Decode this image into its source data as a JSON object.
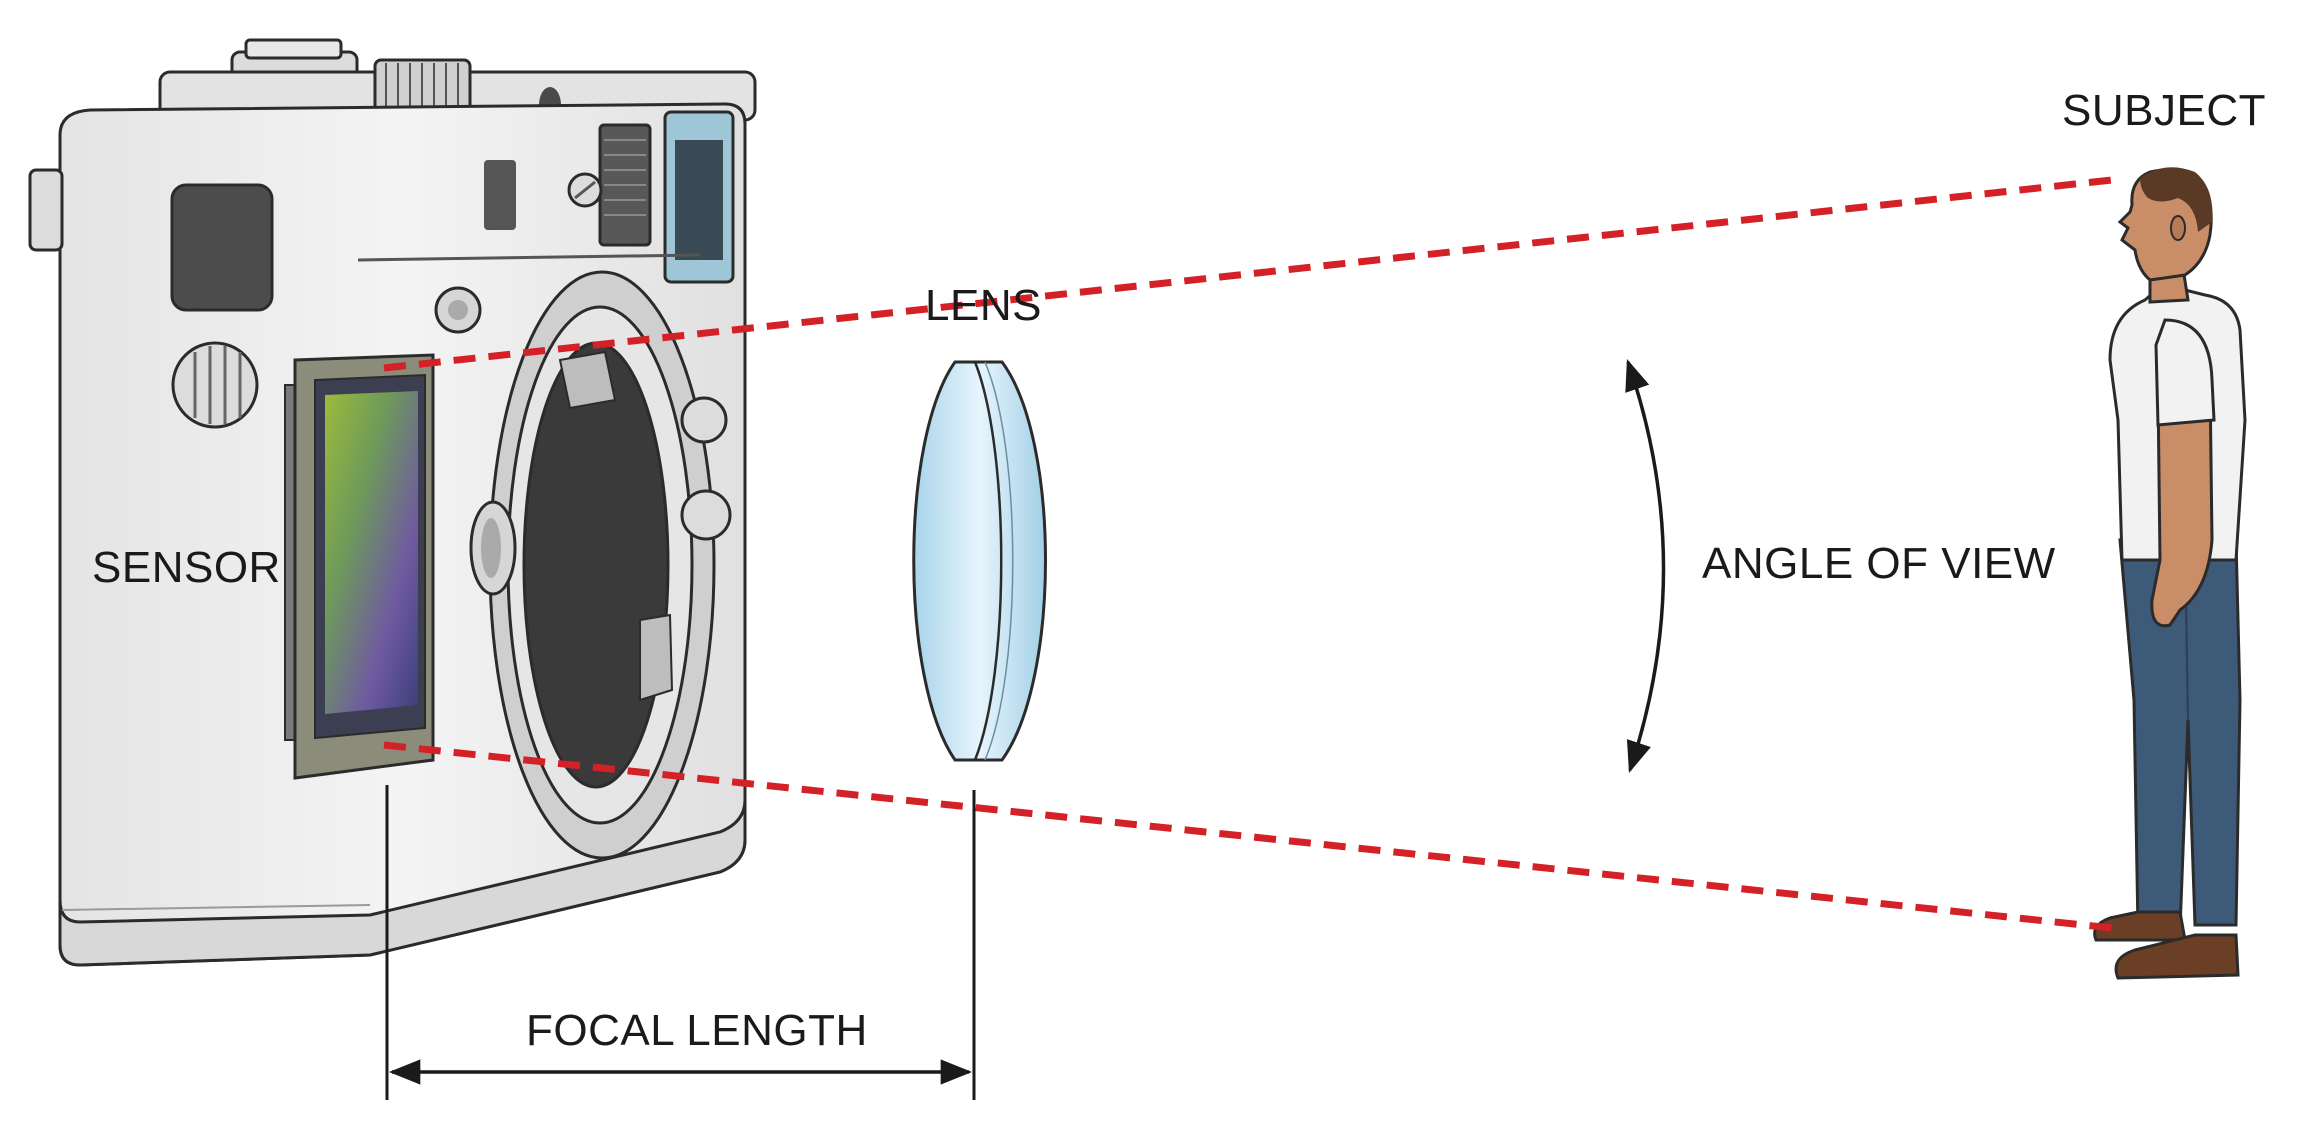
{
  "labels": {
    "subject": "SUBJECT",
    "lens": "LENS",
    "sensor": "SENSOR",
    "angle_of_view": "ANGLE OF VIEW",
    "focal_length": "FOCAL LENGTH"
  },
  "colors": {
    "ray": "#d42128",
    "camera_body": "#ededed",
    "camera_top": "#e2e2e2",
    "lens_glass": "#bfe1f2",
    "outline": "#2b2b2b",
    "jeans": "#3d5a78",
    "shirt": "#f2f2f2",
    "skin": "#c98e68",
    "hair": "#5a3a24",
    "shoes": "#6b3f25"
  }
}
